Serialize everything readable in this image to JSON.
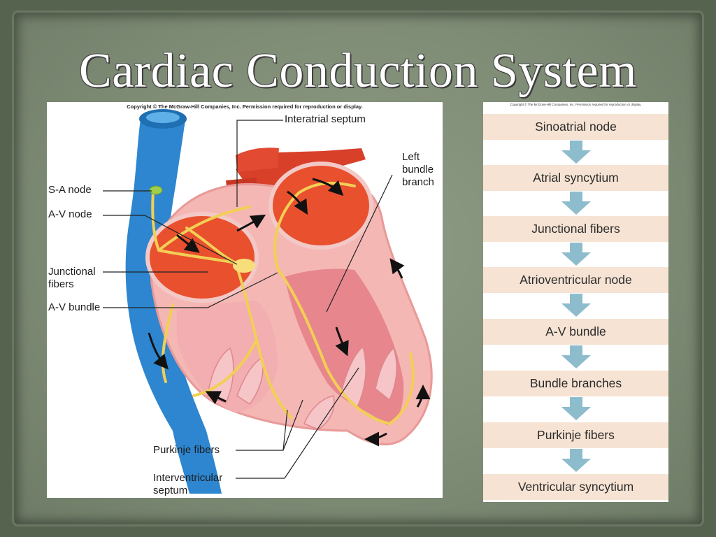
{
  "title": "Cardiac Conduction System",
  "diagram": {
    "copyright": "Copyright © The McGraw-Hill Companies, Inc. Permission required for reproduction or display.",
    "labels": {
      "interatrial_septum": "Interatrial septum",
      "left_bundle_branch": "Left\nbundle\nbranch",
      "sa_node": "S-A node",
      "av_node": "A-V node",
      "junctional_fibers": "Junctional\nfibers",
      "av_bundle": "A-V bundle",
      "purkinje_fibers": "Purkinje fibers",
      "interventricular_septum": "Interventricular\nseptum"
    }
  },
  "flowchart": {
    "copyright": "Copyright © The McGraw-Hill Companies, Inc. Permission required for reproduction or display.",
    "steps": [
      "Sinoatrial node",
      "Atrial syncytium",
      "Junctional fibers",
      "Atrioventricular node",
      "A-V bundle",
      "Bundle branches",
      "Purkinje fibers",
      "Ventricular syncytium"
    ]
  },
  "colors": {
    "background": "#56634f",
    "step_fill": "#f6e3d3",
    "arrow_fill": "#8dbccd",
    "vessel_blue": "#2d86cf",
    "artery_red": "#d8402a",
    "conduction_yellow": "#f2cf55"
  }
}
